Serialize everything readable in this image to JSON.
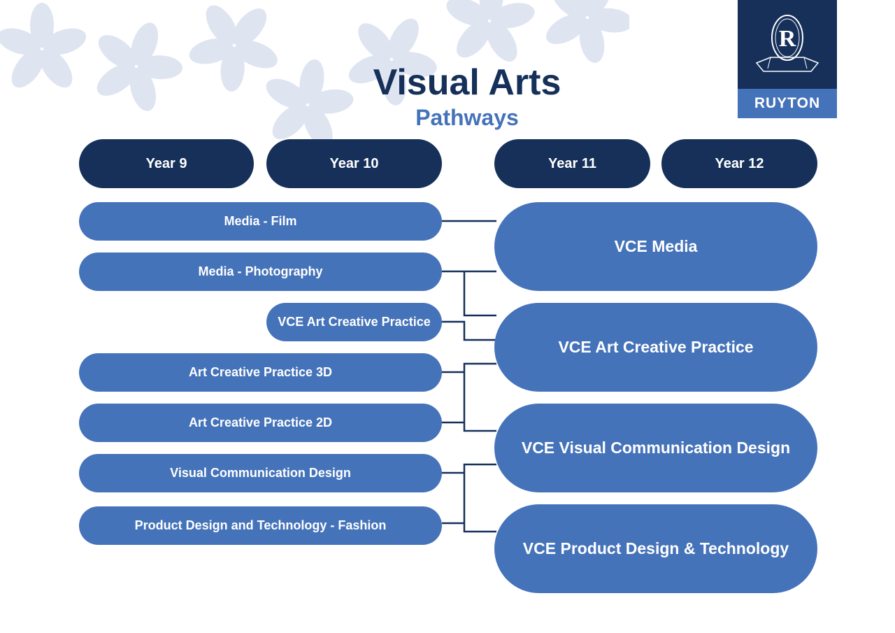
{
  "header": {
    "title": "Visual Arts",
    "subtitle": "Pathways"
  },
  "logo": {
    "wordmark": "RUYTON",
    "emblem_letter": "R"
  },
  "years": [
    "Year 9",
    "Year 10",
    "Year 11",
    "Year 12"
  ],
  "electives": [
    "Media - Film",
    "Media - Photography",
    "VCE Art Creative Practice",
    "Art Creative Practice 3D",
    "Art Creative Practice 2D",
    "Visual Communication Design",
    "Product Design and Technology - Fashion"
  ],
  "vce_subjects": [
    "VCE Media",
    "VCE Art Creative Practice",
    "VCE Visual Communication Design",
    "VCE Product Design & Technology"
  ],
  "colors": {
    "navy": "#16305a",
    "blue": "#4573b9",
    "petal": "#dfe4f1"
  }
}
